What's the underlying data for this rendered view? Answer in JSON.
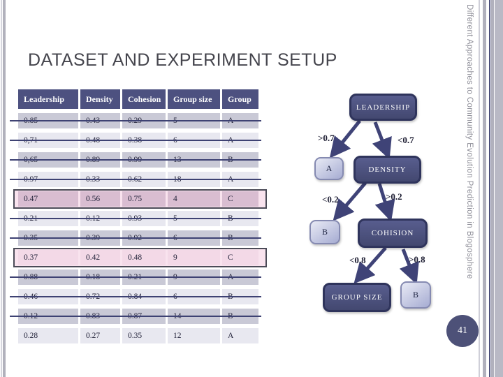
{
  "slide": {
    "title": "DATASET AND EXPERIMENT SETUP",
    "page_number": "41",
    "sidebar_title": "Different Approaches to Community Evolution Prediction in Blogosphere"
  },
  "table": {
    "headers": [
      "Leadership",
      "Density",
      "Cohesion",
      "Group size",
      "Group"
    ],
    "rows": [
      {
        "leadership": "0.85",
        "density": "0.43",
        "cohesion": "0.29",
        "group_size": "5",
        "group": "A",
        "state": "struck"
      },
      {
        "leadership": "0,71",
        "density": "0.48",
        "cohesion": "0.38",
        "group_size": "6",
        "group": "A",
        "state": "struck"
      },
      {
        "leadership": "0,65",
        "density": "0.89",
        "cohesion": "0.99",
        "group_size": "13",
        "group": "B",
        "state": "struck"
      },
      {
        "leadership": "0.97",
        "density": "0.33",
        "cohesion": "0.62",
        "group_size": "18",
        "group": "A",
        "state": "struck"
      },
      {
        "leadership": "0.47",
        "density": "0.56",
        "cohesion": "0.75",
        "group_size": "4",
        "group": "C",
        "state": "highlighted"
      },
      {
        "leadership": "0.21",
        "density": "0.12",
        "cohesion": "0.93",
        "group_size": "5",
        "group": "B",
        "state": "struck"
      },
      {
        "leadership": "0.35",
        "density": "0.39",
        "cohesion": "0.92",
        "group_size": "6",
        "group": "B",
        "state": "struck"
      },
      {
        "leadership": "0.37",
        "density": "0.42",
        "cohesion": "0.48",
        "group_size": "9",
        "group": "C",
        "state": "highlighted"
      },
      {
        "leadership": "0.88",
        "density": "0.18",
        "cohesion": "0.21",
        "group_size": "9",
        "group": "A",
        "state": "struck"
      },
      {
        "leadership": "0.46",
        "density": "0.72",
        "cohesion": "0.84",
        "group_size": "6",
        "group": "B",
        "state": "struck"
      },
      {
        "leadership": "0.12",
        "density": "0.83",
        "cohesion": "0.87",
        "group_size": "14",
        "group": "B",
        "state": "struck"
      },
      {
        "leadership": "0.28",
        "density": "0.27",
        "cohesion": "0.35",
        "group_size": "12",
        "group": "A",
        "state": "normal"
      }
    ]
  },
  "tree": {
    "nodes": {
      "root": "LEADERSHIP",
      "leaf_a": "A",
      "density": "DENSITY",
      "leaf_b1": "B",
      "cohision": "COHISION",
      "group_size": "GROUP SIZE",
      "leaf_b2": "B"
    },
    "edge_labels": {
      "gt07": ">0.7",
      "lt07": "<0.7",
      "lt02": "<0.2",
      "gt02": ">0.2",
      "lt08": "<0.8",
      "gt08": ">0.8"
    }
  },
  "colors": {
    "accent_dark": "#4d5180",
    "band_dark": "#c9c9d6",
    "band_light": "#e8e8f0",
    "strike_line": "#3e4273",
    "highlight_pink": "#f3d9e7",
    "arrow": "#3f4377"
  }
}
